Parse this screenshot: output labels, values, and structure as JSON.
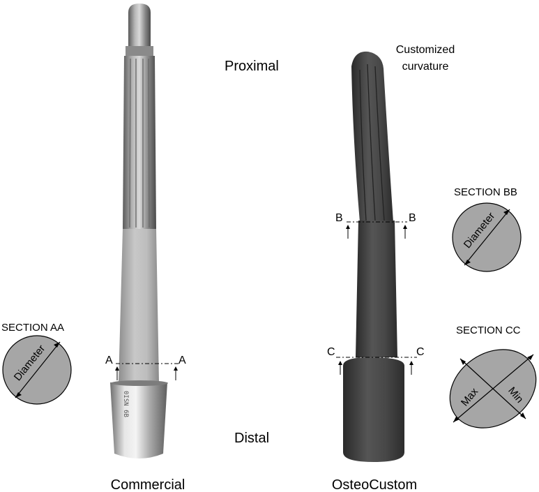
{
  "labels": {
    "proximal": "Proximal",
    "distal": "Distal",
    "customized_line1": "Customized",
    "customized_line2": "curvature",
    "commercial": "Commercial",
    "osteocustom": "OsteoCustom"
  },
  "section_aa": {
    "title": "SECTION AA",
    "dimension": "Diameter",
    "marker": "A"
  },
  "section_bb": {
    "title": "SECTION BB",
    "dimension": "Diameter",
    "marker": "B"
  },
  "section_cc": {
    "title": "SECTION CC",
    "dimension_max": "Max",
    "dimension_min": "Min",
    "marker": "C"
  },
  "colors": {
    "section_fill": "#a6a6a6",
    "commercial_metal": "#8c8c8c",
    "commercial_porous": "#b9b9b9",
    "osteocustom_body": "#3f3f3f"
  }
}
